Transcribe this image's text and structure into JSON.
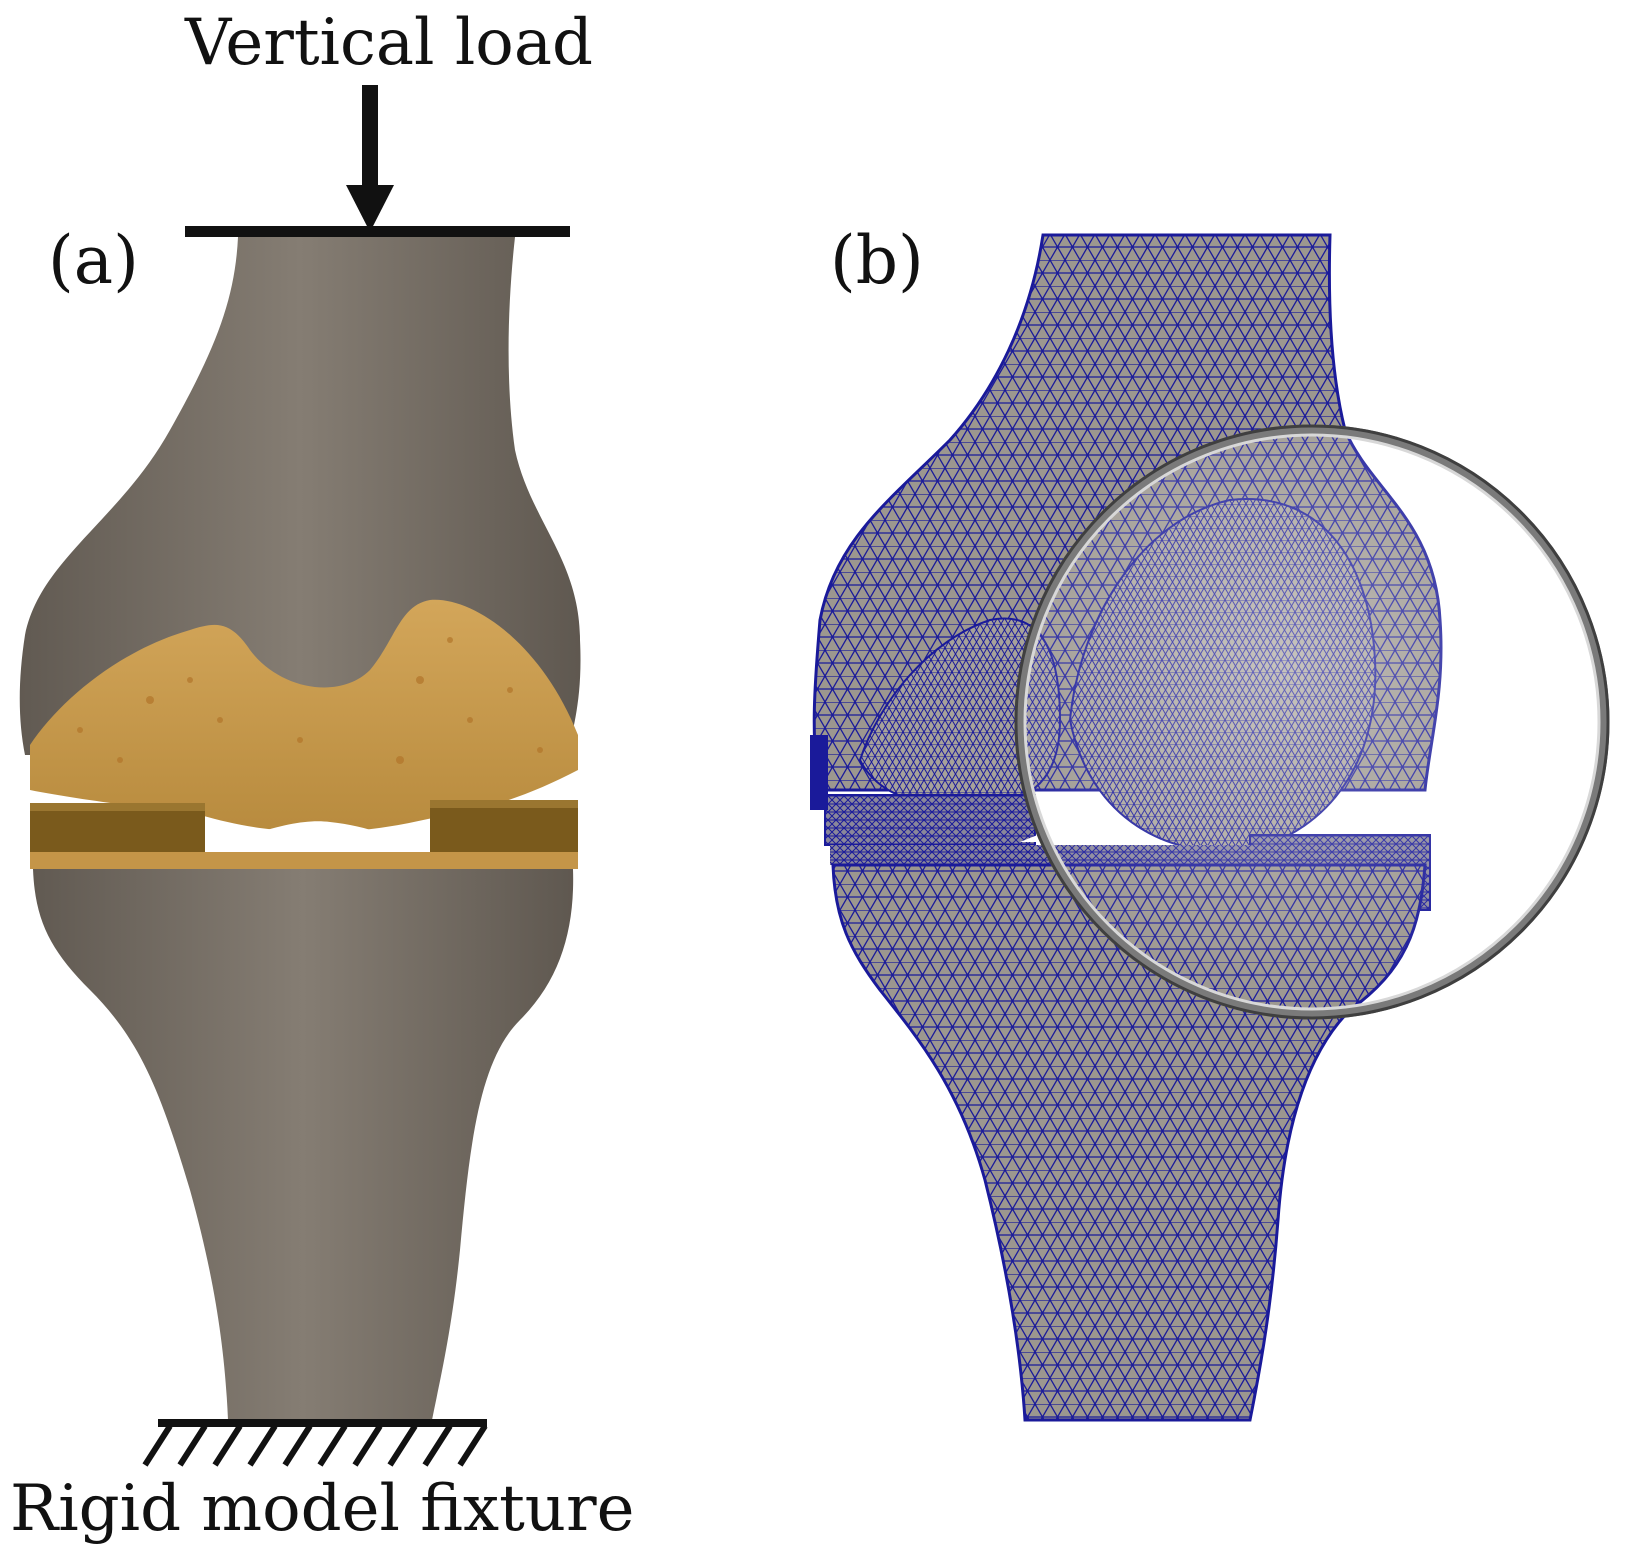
{
  "labels": {
    "vertical_load": "Vertical load",
    "rigid_fixture": "Rigid model fixture",
    "panel_a": "(a)",
    "panel_b": "(b)"
  },
  "colors": {
    "bone": "#7d756c",
    "bone_dark": "#5f5951",
    "cartilage": "#c69a4e",
    "meniscus": "#7a5a1c",
    "mesh_line": "#1a1a9a",
    "mesh_fill": "#9c978f",
    "magnifier_ring": "#6e6e6e",
    "arrow": "#111111"
  },
  "icons": {
    "load": "down-arrow-icon",
    "fixture": "hatched-ground-icon",
    "zoom": "magnifier-ring-icon"
  }
}
